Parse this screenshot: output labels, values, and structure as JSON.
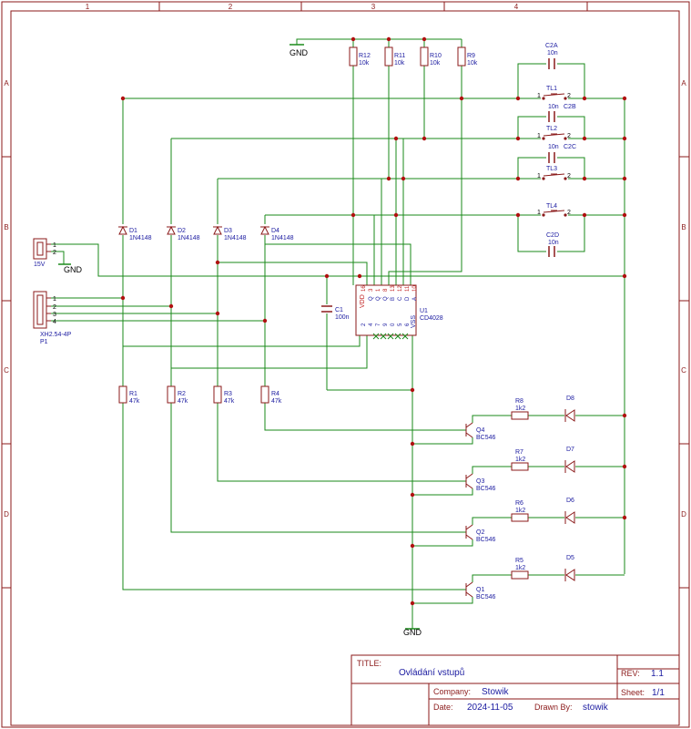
{
  "frame": {
    "col_labels": [
      "1",
      "2",
      "3",
      "4"
    ],
    "row_labels": [
      "A",
      "B",
      "C",
      "D"
    ]
  },
  "title_block": {
    "title_label": "TITLE:",
    "title": "Ovládání vstupů",
    "rev_label": "REV:",
    "rev": "1.1",
    "company_label": "Company:",
    "company": "Stowik",
    "sheet_label": "Sheet:",
    "sheet": "1/1",
    "date_label": "Date:",
    "date": "2024-11-05",
    "drawn_label": "Drawn By:",
    "drawn_by": "stowik"
  },
  "power": {
    "gnd_top": "GND",
    "gnd_conn": "GND",
    "gnd_bottom": "GND"
  },
  "resistors_pullup": [
    {
      "ref": "R12",
      "val": "10k"
    },
    {
      "ref": "R11",
      "val": "10k"
    },
    {
      "ref": "R10",
      "val": "10k"
    },
    {
      "ref": "R9",
      "val": "10k"
    }
  ],
  "caps_switch": [
    {
      "ref": "C2A",
      "val": "10n"
    },
    {
      "ref": "C2B",
      "val": "10n"
    },
    {
      "ref": "C2C",
      "val": "10n"
    },
    {
      "ref": "C2D",
      "val": "10n"
    }
  ],
  "switches": [
    {
      "ref": "TL1",
      "p1": "1",
      "p2": "2"
    },
    {
      "ref": "TL2",
      "p1": "1",
      "p2": "2"
    },
    {
      "ref": "TL3",
      "p1": "1",
      "p2": "2"
    },
    {
      "ref": "TL4",
      "p1": "1",
      "p2": "2"
    }
  ],
  "diodes": [
    {
      "ref": "D1",
      "val": "1N4148"
    },
    {
      "ref": "D2",
      "val": "1N4148"
    },
    {
      "ref": "D3",
      "val": "1N4148"
    },
    {
      "ref": "D4",
      "val": "1N4148"
    }
  ],
  "conn_power": {
    "val": "15V",
    "pins": [
      "1",
      "2"
    ]
  },
  "conn_p1": {
    "val": "XH2.54-4P",
    "ref": "P1",
    "pins": [
      "1",
      "2",
      "3",
      "4"
    ]
  },
  "ic": {
    "ref": "U1",
    "val": "CD4028",
    "top_pin_nums": [
      "16",
      "3",
      "1",
      "8",
      "13",
      "12",
      "11",
      "10",
      "9"
    ],
    "top_pin_names": [
      "VDD",
      "Q",
      "Q",
      "Q",
      "B",
      "C",
      "D",
      "A"
    ],
    "bot_pin_nums": [
      "2",
      "4",
      "7",
      "9",
      "0",
      "5",
      "6"
    ],
    "vss": "VSS",
    "pin8": "8"
  },
  "c1": {
    "ref": "C1",
    "val": "100n"
  },
  "resistors_base": [
    {
      "ref": "R1",
      "val": "47k"
    },
    {
      "ref": "R2",
      "val": "47k"
    },
    {
      "ref": "R3",
      "val": "47k"
    },
    {
      "ref": "R4",
      "val": "47k"
    }
  ],
  "resistors_led": [
    {
      "ref": "R8",
      "val": "1k2"
    },
    {
      "ref": "R7",
      "val": "1k2"
    },
    {
      "ref": "R6",
      "val": "1k2"
    },
    {
      "ref": "R5",
      "val": "1k2"
    }
  ],
  "transistors": [
    {
      "ref": "Q4",
      "val": "BC546"
    },
    {
      "ref": "Q3",
      "val": "BC546"
    },
    {
      "ref": "Q2",
      "val": "BC546"
    },
    {
      "ref": "Q1",
      "val": "BC546"
    }
  ],
  "leds": [
    {
      "ref": "D8"
    },
    {
      "ref": "D7"
    },
    {
      "ref": "D6"
    },
    {
      "ref": "D5"
    }
  ],
  "colors": {
    "frame": "#8b1a1a",
    "wire": "#1a8a1a",
    "part": "#8b1a1a",
    "label": "#1a1aa0",
    "pin": "#c02020"
  }
}
